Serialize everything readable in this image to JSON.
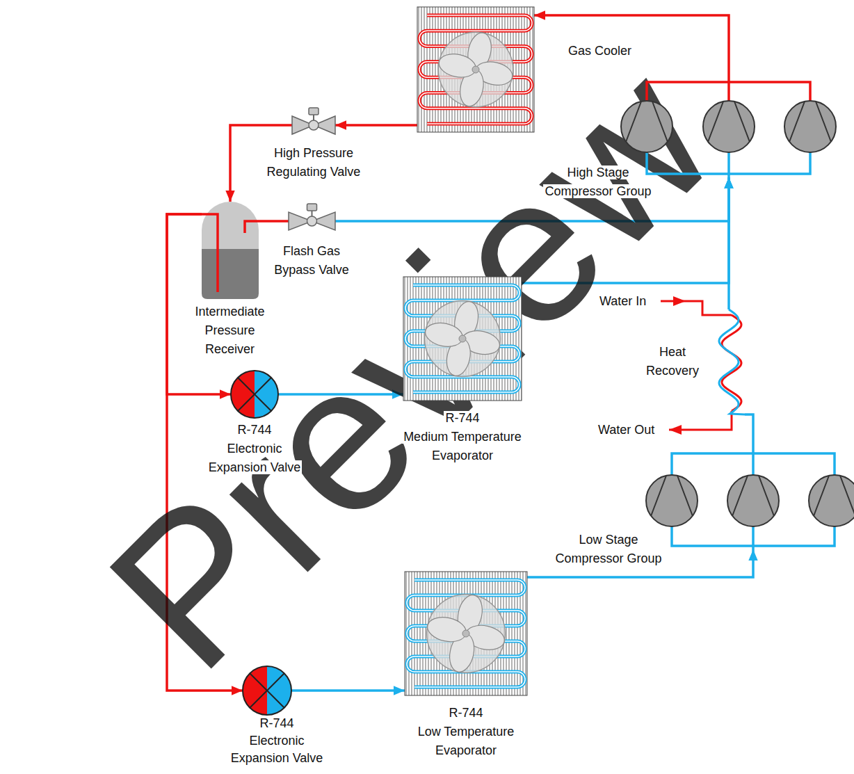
{
  "diagram": {
    "nodes": [
      {
        "text": [
          "Gas Cooler"
        ]
      },
      {
        "text": [
          "High Stage Compressor Group"
        ]
      },
      {
        "text": [
          "High Pressure Regulating Valve"
        ]
      },
      {
        "text": [
          "Intermediate Pressure Receiver"
        ]
      },
      {
        "text": [
          "Flash Gas Bypass Valve"
        ]
      },
      {
        "text": [
          "R-744",
          "Medium Temperature Evaporator"
        ]
      },
      {
        "text": [
          "Heat Recovery"
        ]
      },
      {
        "text": [
          "R-744",
          "Electronic Expansion Valve"
        ]
      },
      {
        "text": [
          "Low Stage Compressor Group"
        ]
      },
      {
        "text": [
          "R-744",
          "Low Temperature Evaporator"
        ]
      },
      {
        "text": [
          "R-744",
          "Electronic Expansion Valve"
        ]
      }
    ],
    "edges": [
      {
        "from": 1,
        "to": 0,
        "arrow": "to"
      },
      {
        "from": 0,
        "to": 2,
        "arrow": "to"
      },
      {
        "from": 2,
        "to": 3,
        "arrow": "to"
      },
      {
        "from": 3,
        "to": 4,
        "arrow": "none"
      },
      {
        "from": 4,
        "to": 1,
        "arrow": "to"
      },
      {
        "from": 3,
        "to": 7,
        "arrow": "to"
      },
      {
        "from": 3,
        "to": 10,
        "arrow": "to"
      },
      {
        "from": 7,
        "to": 5,
        "arrow": "to"
      },
      {
        "from": 5,
        "to": 1,
        "arrow": "to"
      },
      {
        "from": 10,
        "to": 9,
        "arrow": "to"
      },
      {
        "from": 9,
        "to": 8,
        "arrow": "to"
      },
      {
        "from": 8,
        "to": 6,
        "arrow": "none"
      },
      {
        "from": 6,
        "to": 1,
        "arrow": "to"
      }
    ],
    "labels": [
      "Water In",
      "Water Out",
      "Preview"
    ]
  }
}
